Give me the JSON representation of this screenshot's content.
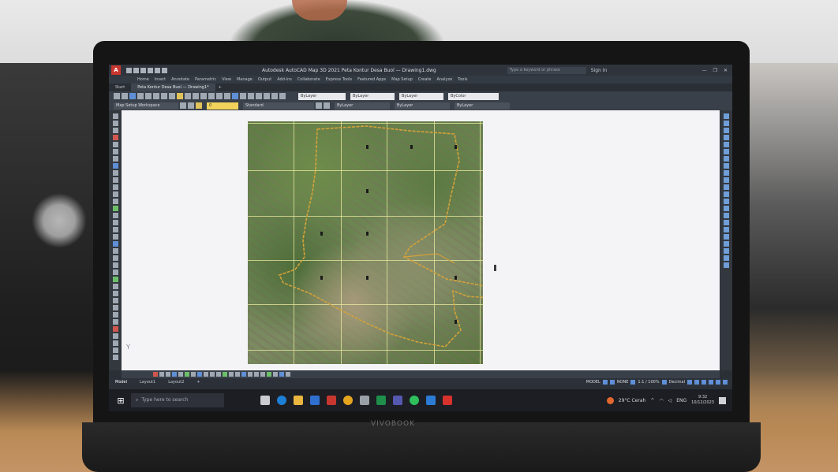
{
  "window": {
    "app_logo": "A",
    "title": "Autodesk AutoCAD Map 3D 2021   Peta Kontur Desa Buol — Drawing1.dwg",
    "search_placeholder": "Type a keyword or phrase",
    "sign_in": "Sign In",
    "controls": [
      "—",
      "❐",
      "✕"
    ]
  },
  "ribbon": {
    "tabs": [
      "Home",
      "Insert",
      "Annotate",
      "Parametric",
      "View",
      "Manage",
      "Output",
      "Add-ins",
      "Collaborate",
      "Express Tools",
      "Featured Apps",
      "Map Setup",
      "Create",
      "Analyze",
      "Tools"
    ]
  },
  "file_tabs": {
    "tabs": [
      "Start",
      "Peta Kontur Desa Buol — Drawing1*"
    ],
    "add": "+"
  },
  "toolbars": {
    "row1_dropdowns": [
      "ByLayer",
      "ByLayer",
      "ByLayer",
      "ByColor"
    ],
    "row2_dropdowns": [
      "Map Setup Workspace",
      "0",
      "Standard",
      "ByLayer",
      "ByLayer",
      "ByLayer"
    ]
  },
  "canvas": {
    "background": "#f4f4f6",
    "boundary_color": "#d4a23a",
    "grid_color": "#ebeba0",
    "ucs_label": "Y"
  },
  "layout_tabs": {
    "tabs": [
      "Model",
      "Layout1",
      "Layout2",
      "+"
    ],
    "active": "Model"
  },
  "status_bar": {
    "model_label": "MODEL",
    "coords": "NONE",
    "scale": "1:1 / 100%",
    "units": "Decimal"
  },
  "taskbar": {
    "start_icon": "windows-icon",
    "search_placeholder": "Type here to search",
    "pinned_icons": [
      "task-view-icon",
      "edge-icon",
      "file-explorer-icon",
      "store-icon",
      "autocad-icon",
      "chrome-icon",
      "settings-icon",
      "excel-icon",
      "teams-icon",
      "whatsapp-icon",
      "onedrive-icon",
      "acrobat-icon"
    ],
    "weather": "29°C  Cerah",
    "language": "ENG",
    "time": "9:32",
    "date": "10/12/2023"
  },
  "laptop": {
    "brand": "VIVOBOOK"
  }
}
